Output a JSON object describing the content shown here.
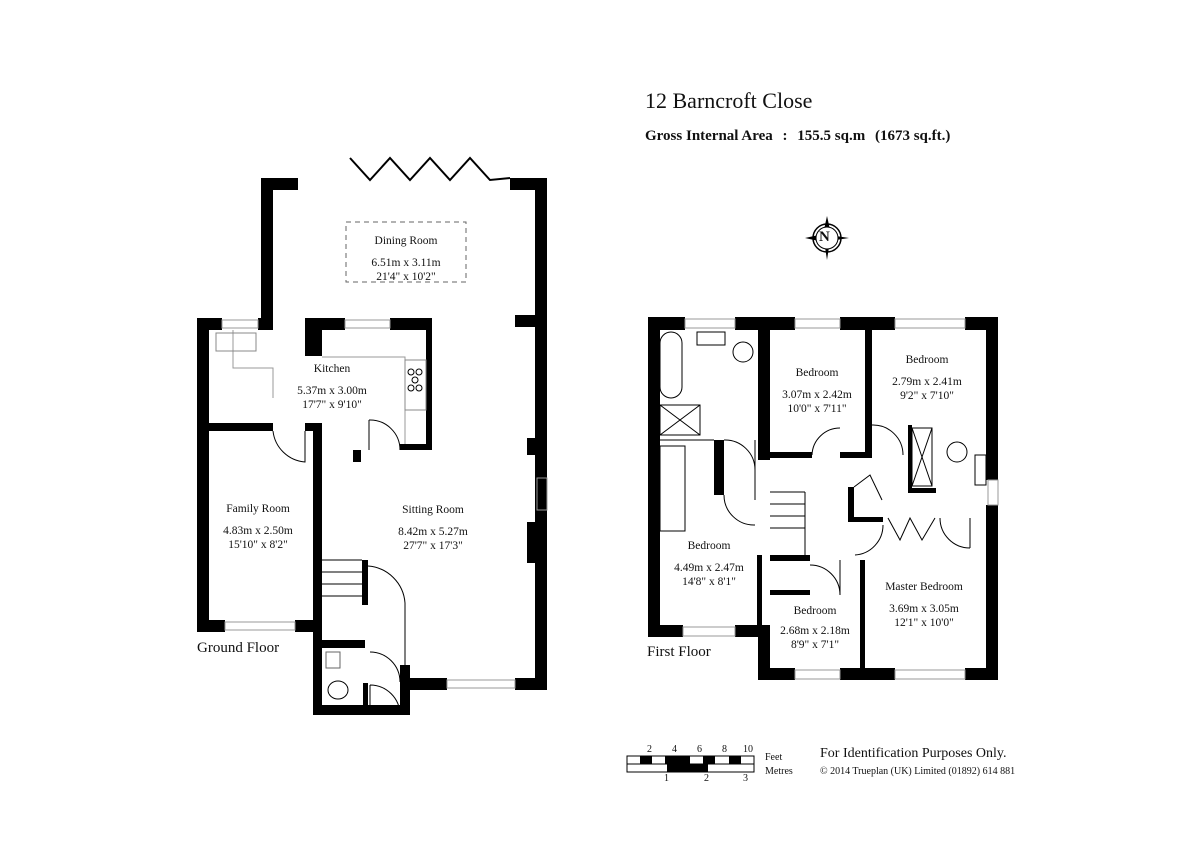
{
  "header": {
    "address": "12 Barncroft Close",
    "gross_area_label": "Gross Internal Area",
    "separator": ":",
    "area_sqm": "155.5 sq.m",
    "area_sqft": "(1673 sq.ft.)"
  },
  "compass": {
    "label": "N"
  },
  "ground_floor": {
    "label": "Ground Floor",
    "rooms": [
      {
        "name": "Dining Room",
        "metric": "6.51m  x  3.11m",
        "imperial": "21'4\"  x  10'2\""
      },
      {
        "name": "Kitchen",
        "metric": "5.37m  x  3.00m",
        "imperial": "17'7\"  x  9'10\""
      },
      {
        "name": "Family Room",
        "metric": "4.83m  x  2.50m",
        "imperial": "15'10\"  x  8'2\""
      },
      {
        "name": "Sitting Room",
        "metric": "8.42m  x  5.27m",
        "imperial": "27'7\"  x  17'3\""
      }
    ]
  },
  "first_floor": {
    "label": "First Floor",
    "rooms": [
      {
        "name": "Bedroom",
        "metric": "3.07m  x  2.42m",
        "imperial": "10'0\"  x  7'11\""
      },
      {
        "name": "Bedroom",
        "metric": "2.79m  x  2.41m",
        "imperial": "9'2\"  x  7'10\""
      },
      {
        "name": "Bedroom",
        "metric": "4.49m  x  2.47m",
        "imperial": "14'8\"  x  8'1\""
      },
      {
        "name": "Bedroom",
        "metric": "2.68m  x  2.18m",
        "imperial": "8'9\"  x  7'1\""
      },
      {
        "name": "Master Bedroom",
        "metric": "3.69m  x  3.05m",
        "imperial": "12'1\"  x  10'0\""
      }
    ]
  },
  "scale_bar": {
    "feet_ticks": [
      "2",
      "4",
      "6",
      "8",
      "10"
    ],
    "metre_ticks": [
      "1",
      "2",
      "3"
    ],
    "feet_label": "Feet",
    "metres_label": "Metres"
  },
  "footer": {
    "disclaimer": "For Identification Purposes Only.",
    "copyright": "© 2014 Trueplan (UK) Limited  (01892) 614 881"
  }
}
